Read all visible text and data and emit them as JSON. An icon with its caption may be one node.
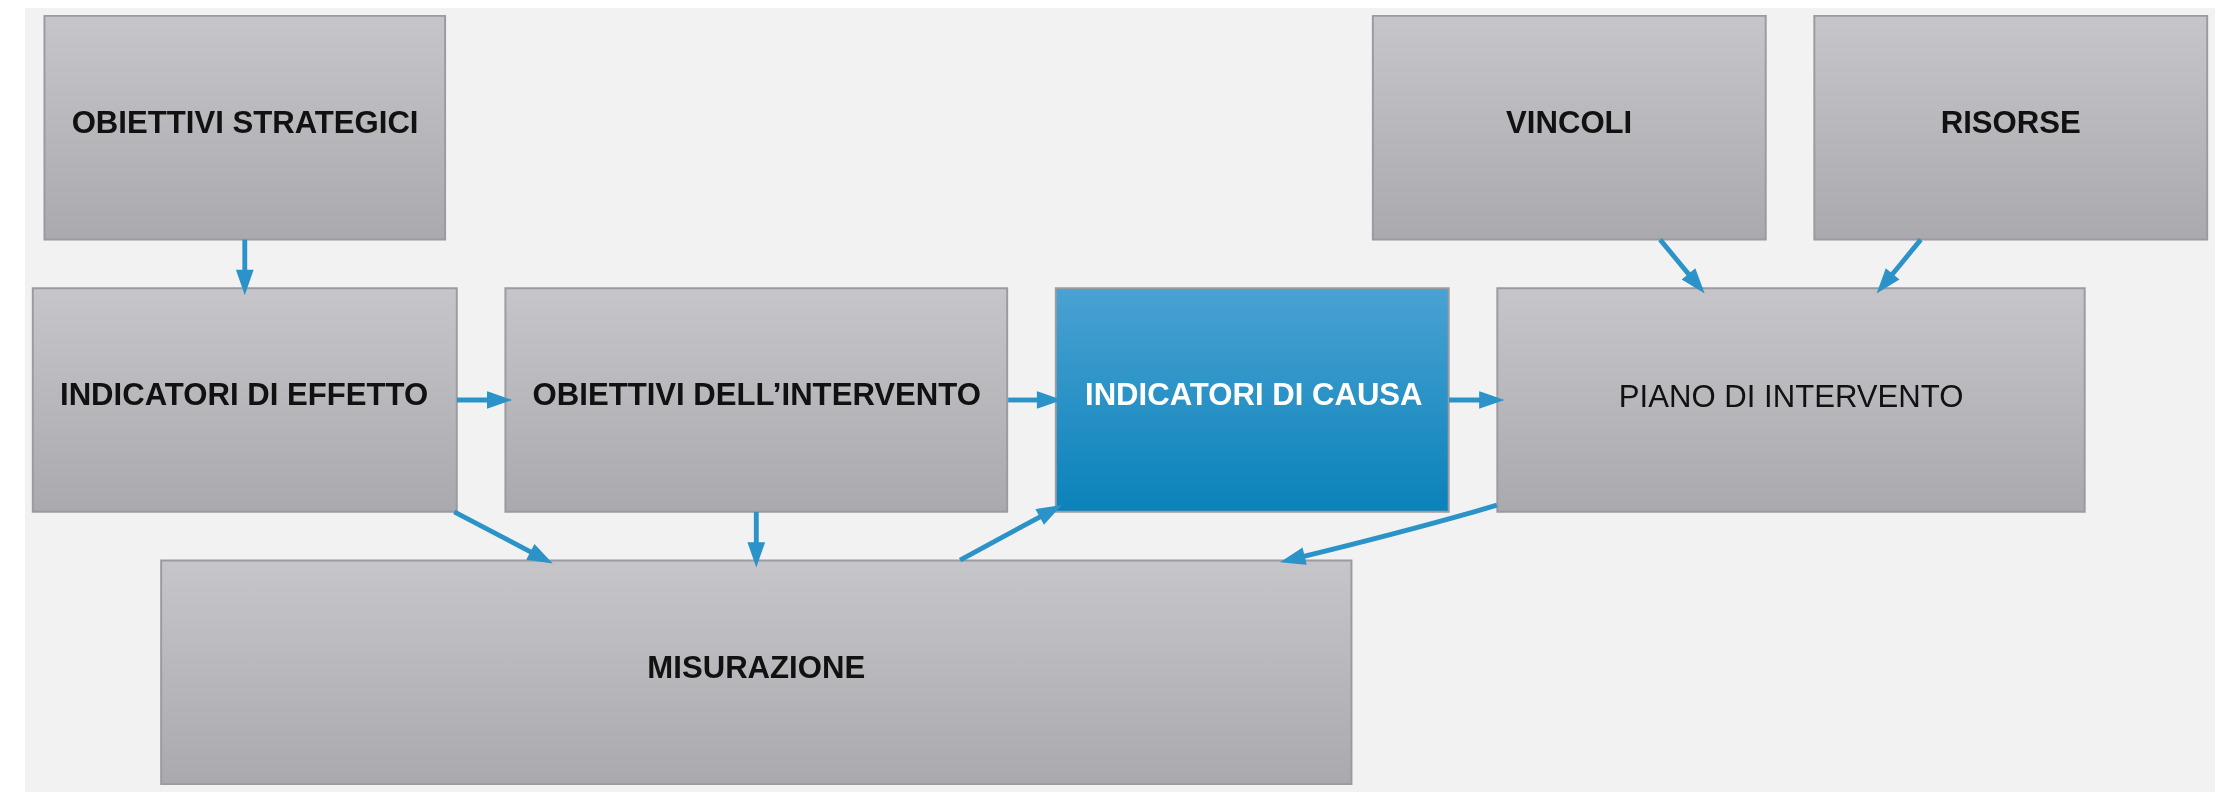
{
  "diagram": {
    "nodes": [
      {
        "text": [
          "OBIETTIVI STRATEGICI"
        ]
      },
      {
        "text": [
          "VINCOLI"
        ]
      },
      {
        "text": [
          "RISORSE"
        ]
      },
      {
        "text": [
          "INDICATORI DI EFFETTO"
        ]
      },
      {
        "text": [
          "OBIETTIVI DELL’INTERVENTO"
        ]
      },
      {
        "text": [
          "INDICATORI DI CAUSA"
        ]
      },
      {
        "text": [
          "PIANO DI INTERVENTO"
        ]
      },
      {
        "text": [
          "MISURAZIONE"
        ]
      }
    ],
    "edges": [
      {
        "from": 0,
        "to": 3,
        "arrow": "to"
      },
      {
        "from": 1,
        "to": 6,
        "arrow": "to"
      },
      {
        "from": 2,
        "to": 6,
        "arrow": "to"
      },
      {
        "from": 3,
        "to": 4,
        "arrow": "to"
      },
      {
        "from": 4,
        "to": 5,
        "arrow": "to"
      },
      {
        "from": 5,
        "to": 6,
        "arrow": "to"
      },
      {
        "from": 6,
        "to": 7,
        "arrow": "to"
      },
      {
        "from": 7,
        "to": 5,
        "arrow": "to"
      },
      {
        "from": 4,
        "to": 7,
        "arrow": "to"
      },
      {
        "from": 3,
        "to": 7,
        "arrow": "to"
      }
    ]
  }
}
